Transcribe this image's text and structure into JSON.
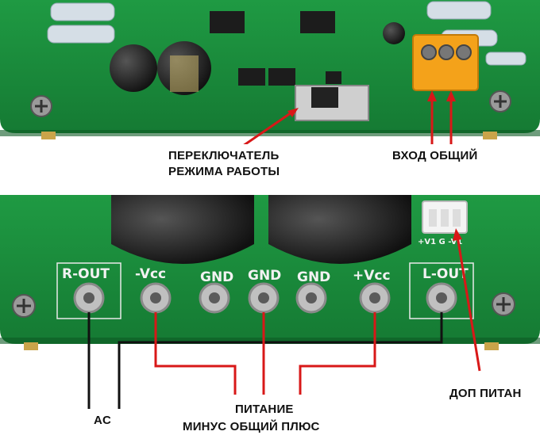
{
  "top_labels": {
    "switch_line1": "ПЕРЕКЛЮЧАТЕЛЬ",
    "switch_line2": "РЕЖИМА РАБОТЫ",
    "input": "ВХОД ОБЩИЙ"
  },
  "board_silk": {
    "r_out": "R-OUT",
    "minus_vcc": "-Vcc",
    "gnd1": "GND",
    "gnd2": "GND",
    "gnd3": "GND",
    "plus_vcc": "+Vcc",
    "l_out": "L-OUT",
    "aux_pins": "+V1  G  -V1"
  },
  "bottom_labels": {
    "ac": "AC",
    "power_title": "ПИТАНИЕ",
    "power_sub": "МИНУС  ОБЩИЙ  ПЛЮС",
    "aux_power": "ДОП ПИТАН"
  },
  "colors": {
    "pcb": "#1d8a3c",
    "pcb_dark": "#136a2b",
    "arrow_red": "#d81818",
    "terminal_orange": "#f4a21a"
  }
}
